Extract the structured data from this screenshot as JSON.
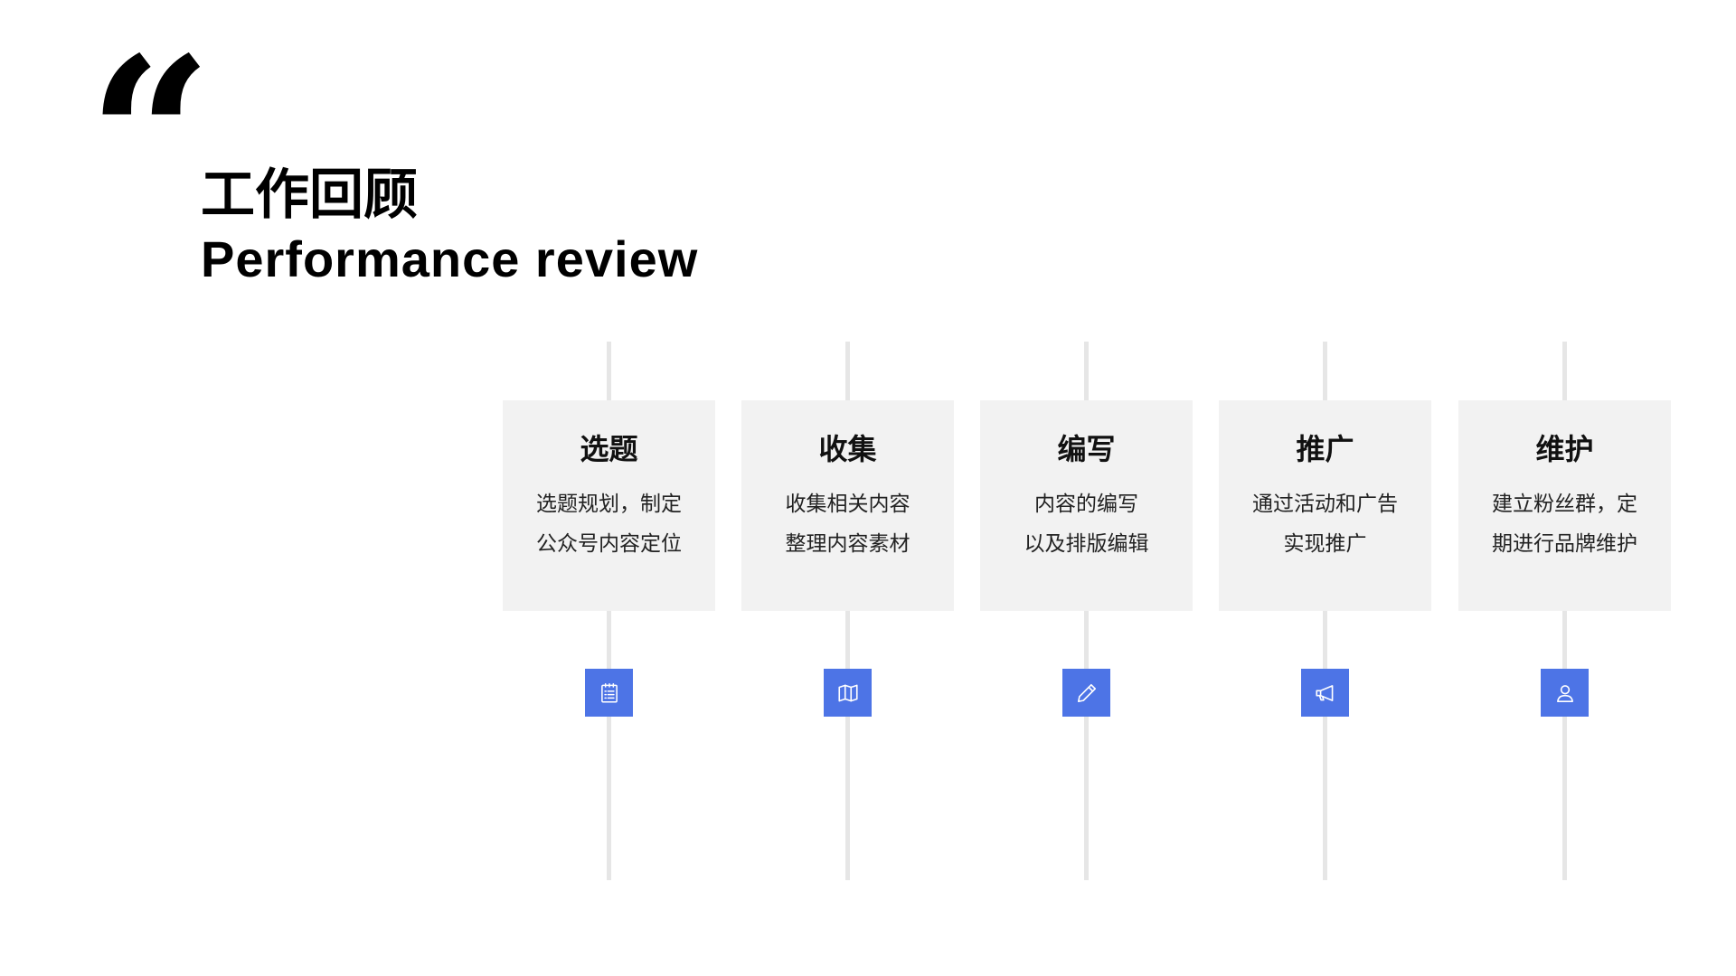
{
  "header": {
    "quote_glyph": "“",
    "title_cn": "工作回顾",
    "title_en": "Performance review"
  },
  "colors": {
    "accent": "#4d74e6",
    "card_bg": "#f2f2f2",
    "line": "#e6e6e6"
  },
  "steps": [
    {
      "title": "选题",
      "desc_line1": "选题规划，制定",
      "desc_line2": "公众号内容定位",
      "icon": "clipboard-list-icon"
    },
    {
      "title": "收集",
      "desc_line1": "收集相关内容",
      "desc_line2": "整理内容素材",
      "icon": "map-icon"
    },
    {
      "title": "编写",
      "desc_line1": "内容的编写",
      "desc_line2": "以及排版编辑",
      "icon": "pencil-icon"
    },
    {
      "title": "推广",
      "desc_line1": "通过活动和广告",
      "desc_line2": "实现推广",
      "icon": "megaphone-icon"
    },
    {
      "title": "维护",
      "desc_line1": "建立粉丝群，定",
      "desc_line2": "期进行品牌维护",
      "icon": "user-icon"
    }
  ]
}
